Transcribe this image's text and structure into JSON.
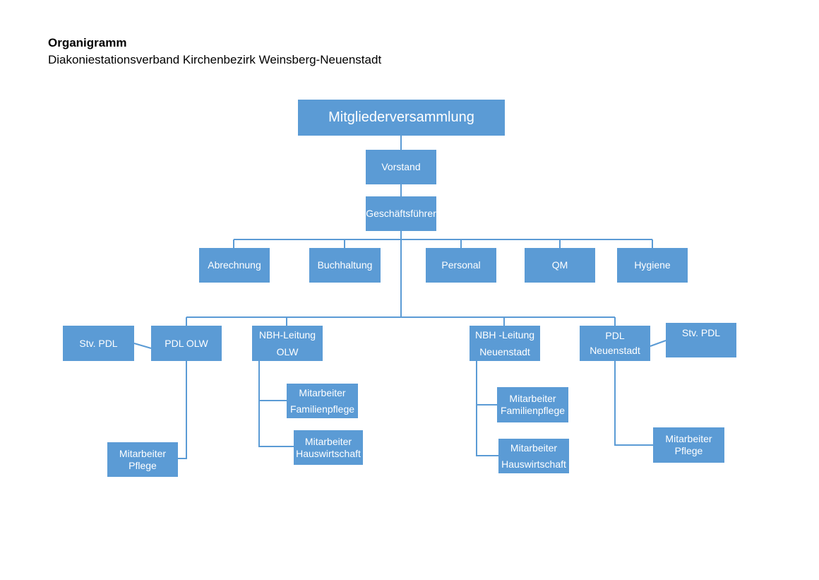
{
  "header": {
    "title": "Organigramm",
    "subtitle": "Diakoniestationsverband Kirchenbezirk Weinsberg-Neuenstadt"
  },
  "colors": {
    "box": "#5b9bd5",
    "line": "#5b9bd5",
    "text": "#ffffff"
  },
  "nodes": {
    "mitgliederversammlung": [
      "Mitgliederversammlung"
    ],
    "vorstand": [
      "Vorstand"
    ],
    "geschaeftsfuehrer": [
      "Geschäftsführer"
    ],
    "abrechnung": [
      "Abrechnung"
    ],
    "buchhaltung": [
      "Buchhaltung"
    ],
    "personal": [
      "Personal"
    ],
    "qm": [
      "QM"
    ],
    "hygiene": [
      "Hygiene"
    ],
    "stv_pdl_olw": [
      "Stv. PDL"
    ],
    "pdl_olw": [
      "PDL OLW"
    ],
    "nbh_olw": [
      "NBH-Leitung",
      "OLW"
    ],
    "nbh_neuenstadt": [
      "NBH -Leitung",
      "Neuenstadt"
    ],
    "pdl_neuenstadt": [
      "PDL Neuenstadt"
    ],
    "stv_pdl_neuenstadt": [
      "Stv. PDL"
    ],
    "mitarbeiter_pflege_olw": [
      "Mitarbeiter",
      "Pflege"
    ],
    "mitarbeiter_familienpflege_olw": [
      "Mitarbeiter",
      "Familienpflege"
    ],
    "mitarbeiter_hauswirtschaft_olw": [
      "Mitarbeiter",
      "Hauswirtschaft"
    ],
    "mitarbeiter_familienpflege_neuenstadt": [
      "Mitarbeiter",
      "Familienpflege"
    ],
    "mitarbeiter_hauswirtschaft_neuenstadt": [
      "Mitarbeiter",
      "Hauswirtschaft"
    ],
    "mitarbeiter_pflege_neuenstadt": [
      "Mitarbeiter",
      "Pflege"
    ]
  }
}
